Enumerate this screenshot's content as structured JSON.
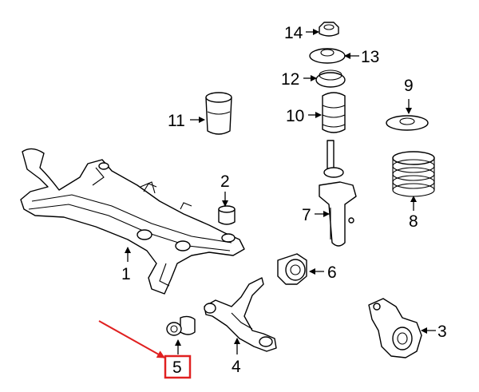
{
  "diagram": {
    "callouts": {
      "c1": "1",
      "c2": "2",
      "c3": "3",
      "c4": "4",
      "c5": "5",
      "c6": "6",
      "c7": "7",
      "c8": "8",
      "c9": "9",
      "c10": "10",
      "c11": "11",
      "c12": "12",
      "c13": "13",
      "c14": "14"
    },
    "highlight_color": "#e02020",
    "ink_color": "#000000"
  }
}
